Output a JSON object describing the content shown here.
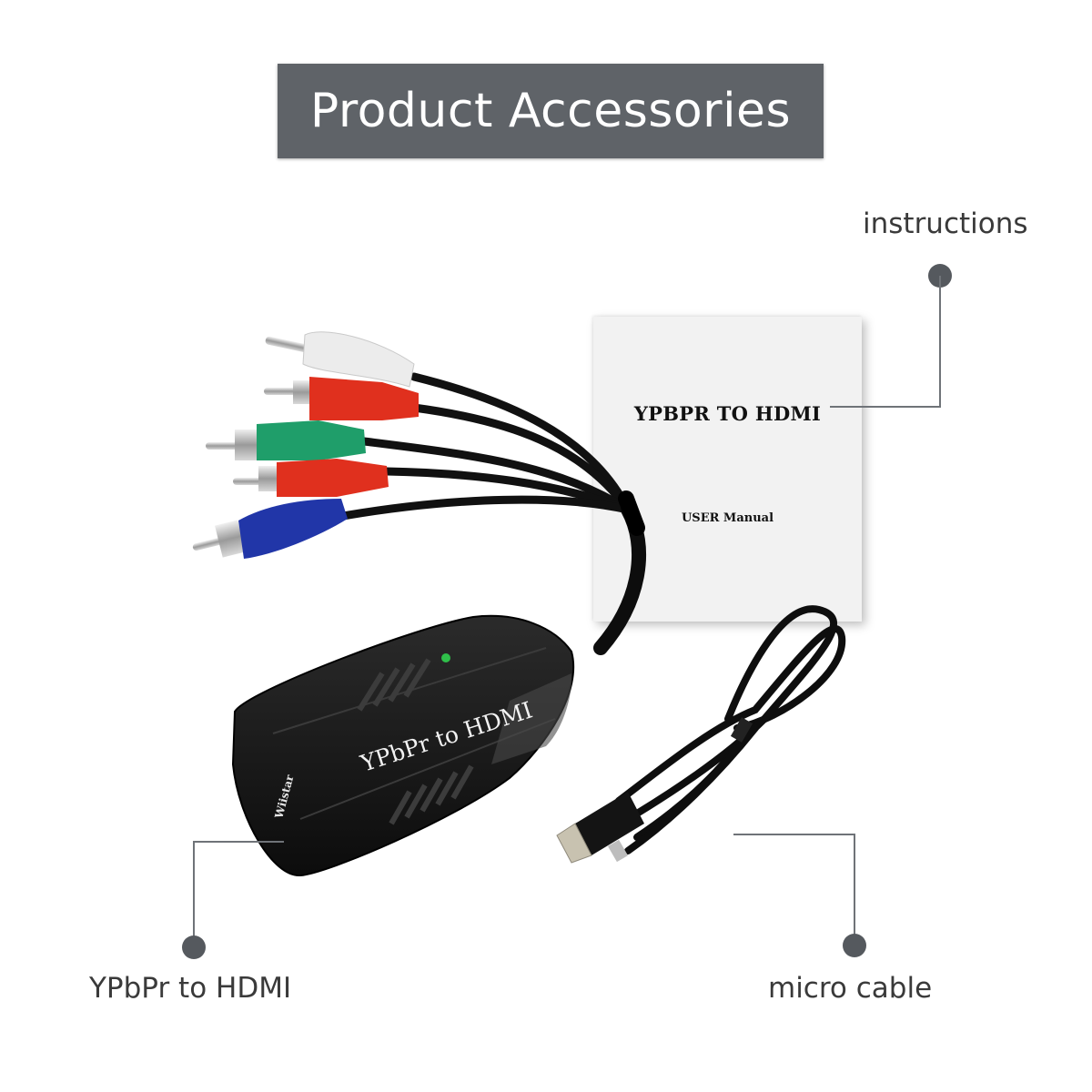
{
  "banner": {
    "title": "Product Accessories"
  },
  "callouts": {
    "instructions": {
      "label": "instructions"
    },
    "converter": {
      "label": "YPbPr to HDMI"
    },
    "cable": {
      "label": "micro cable"
    }
  },
  "manual": {
    "title": "YPBPR TO HDMI",
    "subtitle": "USER Manual"
  },
  "converter_device": {
    "label": "YPbPr to HDMI",
    "brand": "Wiistar",
    "indicator_color": "#2fbf4a"
  },
  "rca_plugs": [
    {
      "name": "white",
      "color": "#ececec"
    },
    {
      "name": "red-audio",
      "color": "#e0301e"
    },
    {
      "name": "green",
      "color": "#1f9e6a"
    },
    {
      "name": "red-video",
      "color": "#e0301e"
    },
    {
      "name": "blue",
      "color": "#2136a8"
    }
  ],
  "colors": {
    "banner_bg": "#5f6368",
    "callout_dot": "#55595e",
    "callout_line": "#6f7378",
    "text": "#3a3a3a"
  }
}
